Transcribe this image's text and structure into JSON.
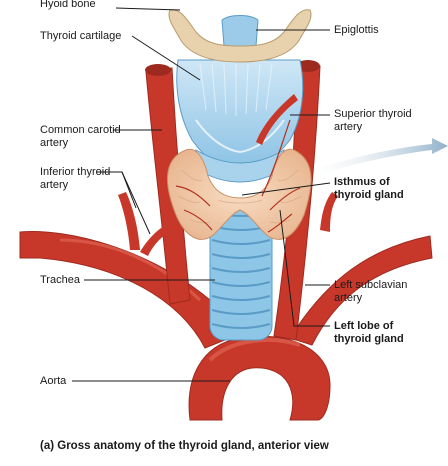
{
  "labels": {
    "hyoid_bone": "Hyoid bone",
    "thyroid_cartilage": "Thyroid cartilage",
    "epiglottis": "Epiglottis",
    "common_carotid": "Common carotid\nartery",
    "superior_thyroid": "Superior thyroid\nartery",
    "inferior_thyroid": "Inferior thyroid\nartery",
    "isthmus": "Isthmus of\nthyroid gland",
    "trachea": "Trachea",
    "left_subclavian": "Left subclavian\nartery",
    "left_lobe": "Left lobe of\nthyroid gland",
    "aorta": "Aorta"
  },
  "caption": "(a) Gross anatomy of the thyroid gland, anterior view",
  "colors": {
    "artery": "#c8382a",
    "artery_dark": "#9e2a1f",
    "thyroid_gland": "#f2c9a8",
    "cartilage": "#a9d3ec",
    "bone": "#e8d2ad",
    "leader": "#1a1a1a",
    "arrow": "#b9cddd"
  }
}
